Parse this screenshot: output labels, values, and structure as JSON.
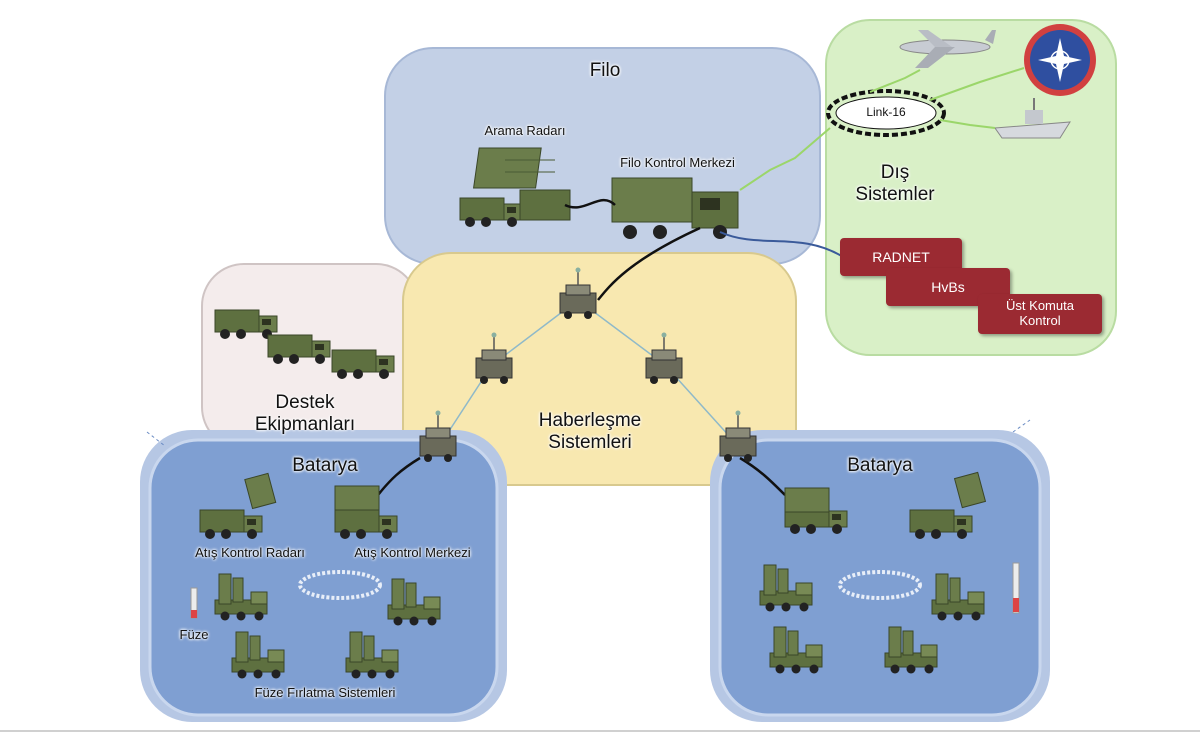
{
  "regions": {
    "filo": "Filo",
    "dis_sistemler": "Dış\nSistemler",
    "destek": "Destek\nEkipmanları",
    "haberlesme": "Haberleşme\nSistemleri",
    "batarya_left": "Batarya",
    "batarya_right": "Batarya"
  },
  "labels": {
    "arama_radari": "Arama Radarı",
    "filo_kontrol": "Filo Kontrol Merkezi",
    "link16": "Link-16",
    "atis_kontrol_radari": "Atış Kontrol Radarı",
    "atis_kontrol_merkezi": "Atış Kontrol Merkezi",
    "fuze": "Füze",
    "fuze_firlatma": "Füze Fırlatma Sistemleri"
  },
  "tags": {
    "radnet": "RADNET",
    "hvbs": "HvBs",
    "ust_komuta": "Üst Komuta\nKontrol"
  },
  "colors": {
    "filo_fill": "#c3d0e6",
    "dis_fill": "#d9f0c7",
    "destek_fill": "#f4ecec",
    "haber_fill": "#f8e8b0",
    "batarya_fill": "#7f9fd2",
    "tag_fill": "#9b2a32",
    "vehicle": "#5e7040"
  }
}
